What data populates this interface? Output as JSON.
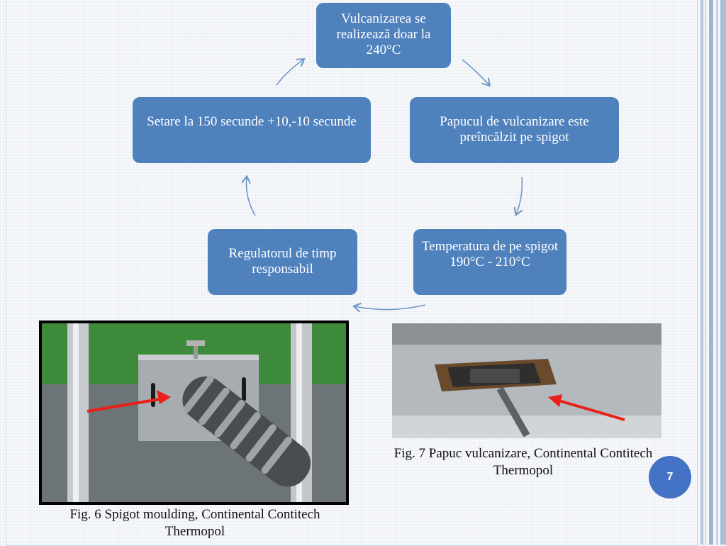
{
  "diagram": {
    "nodes": [
      {
        "id": "top",
        "text": "Vulcanizarea se realizează doar la 240°C"
      },
      {
        "id": "right",
        "text": "Papucul de vulcanizare este preîncălzit pe spigot"
      },
      {
        "id": "bottom-right",
        "text": "Temperatura de pe spigot 190°C - 210°C"
      },
      {
        "id": "bottom-left",
        "text": "Regulatorul de timp responsabil"
      },
      {
        "id": "left",
        "text": "Setare la 150 secunde +10,-10 secunde"
      }
    ]
  },
  "figures": {
    "fig6_caption": "Fig. 6 Spigot moulding, Continental Contitech Thermopol",
    "fig7_caption": "Fig. 7 Papuc vulcanizare, Continental Contitech Thermopol"
  },
  "page_number": "7",
  "colors": {
    "node_fill": "#4f81bd",
    "arrow": "#6f96c8",
    "badge": "#4472c4",
    "pointer_arrow": "#e8201a"
  }
}
